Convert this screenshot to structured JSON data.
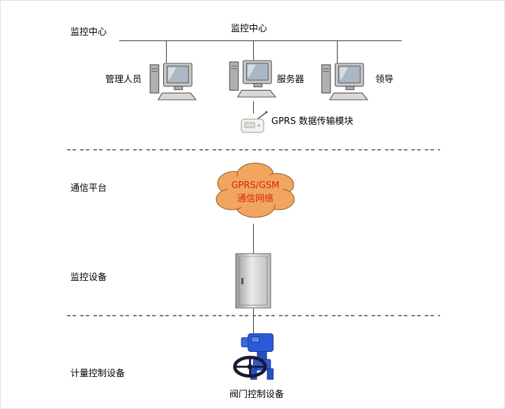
{
  "title": "监控中心",
  "sections": {
    "monitoring_center": "监控中心",
    "communication_platform": "通信平台",
    "monitoring_device": "监控设备",
    "metering_control_device": "计量控制设备"
  },
  "nodes": {
    "admin_label": "管理人员",
    "server_label": "服务器",
    "leader_label": "领导",
    "gprs_module_label": "GPRS 数据传输模块",
    "cloud_line1": "GPRS/GSM",
    "cloud_line2": "通信网络",
    "valve_label": "阀门控制设备"
  },
  "colors": {
    "cloud_fill": "#F2A55E",
    "cloud_stroke": "#8a5a2a",
    "cloud_text": "#D42A00",
    "valve_blue": "#2A5BD7",
    "line": "#3a3a3a"
  }
}
